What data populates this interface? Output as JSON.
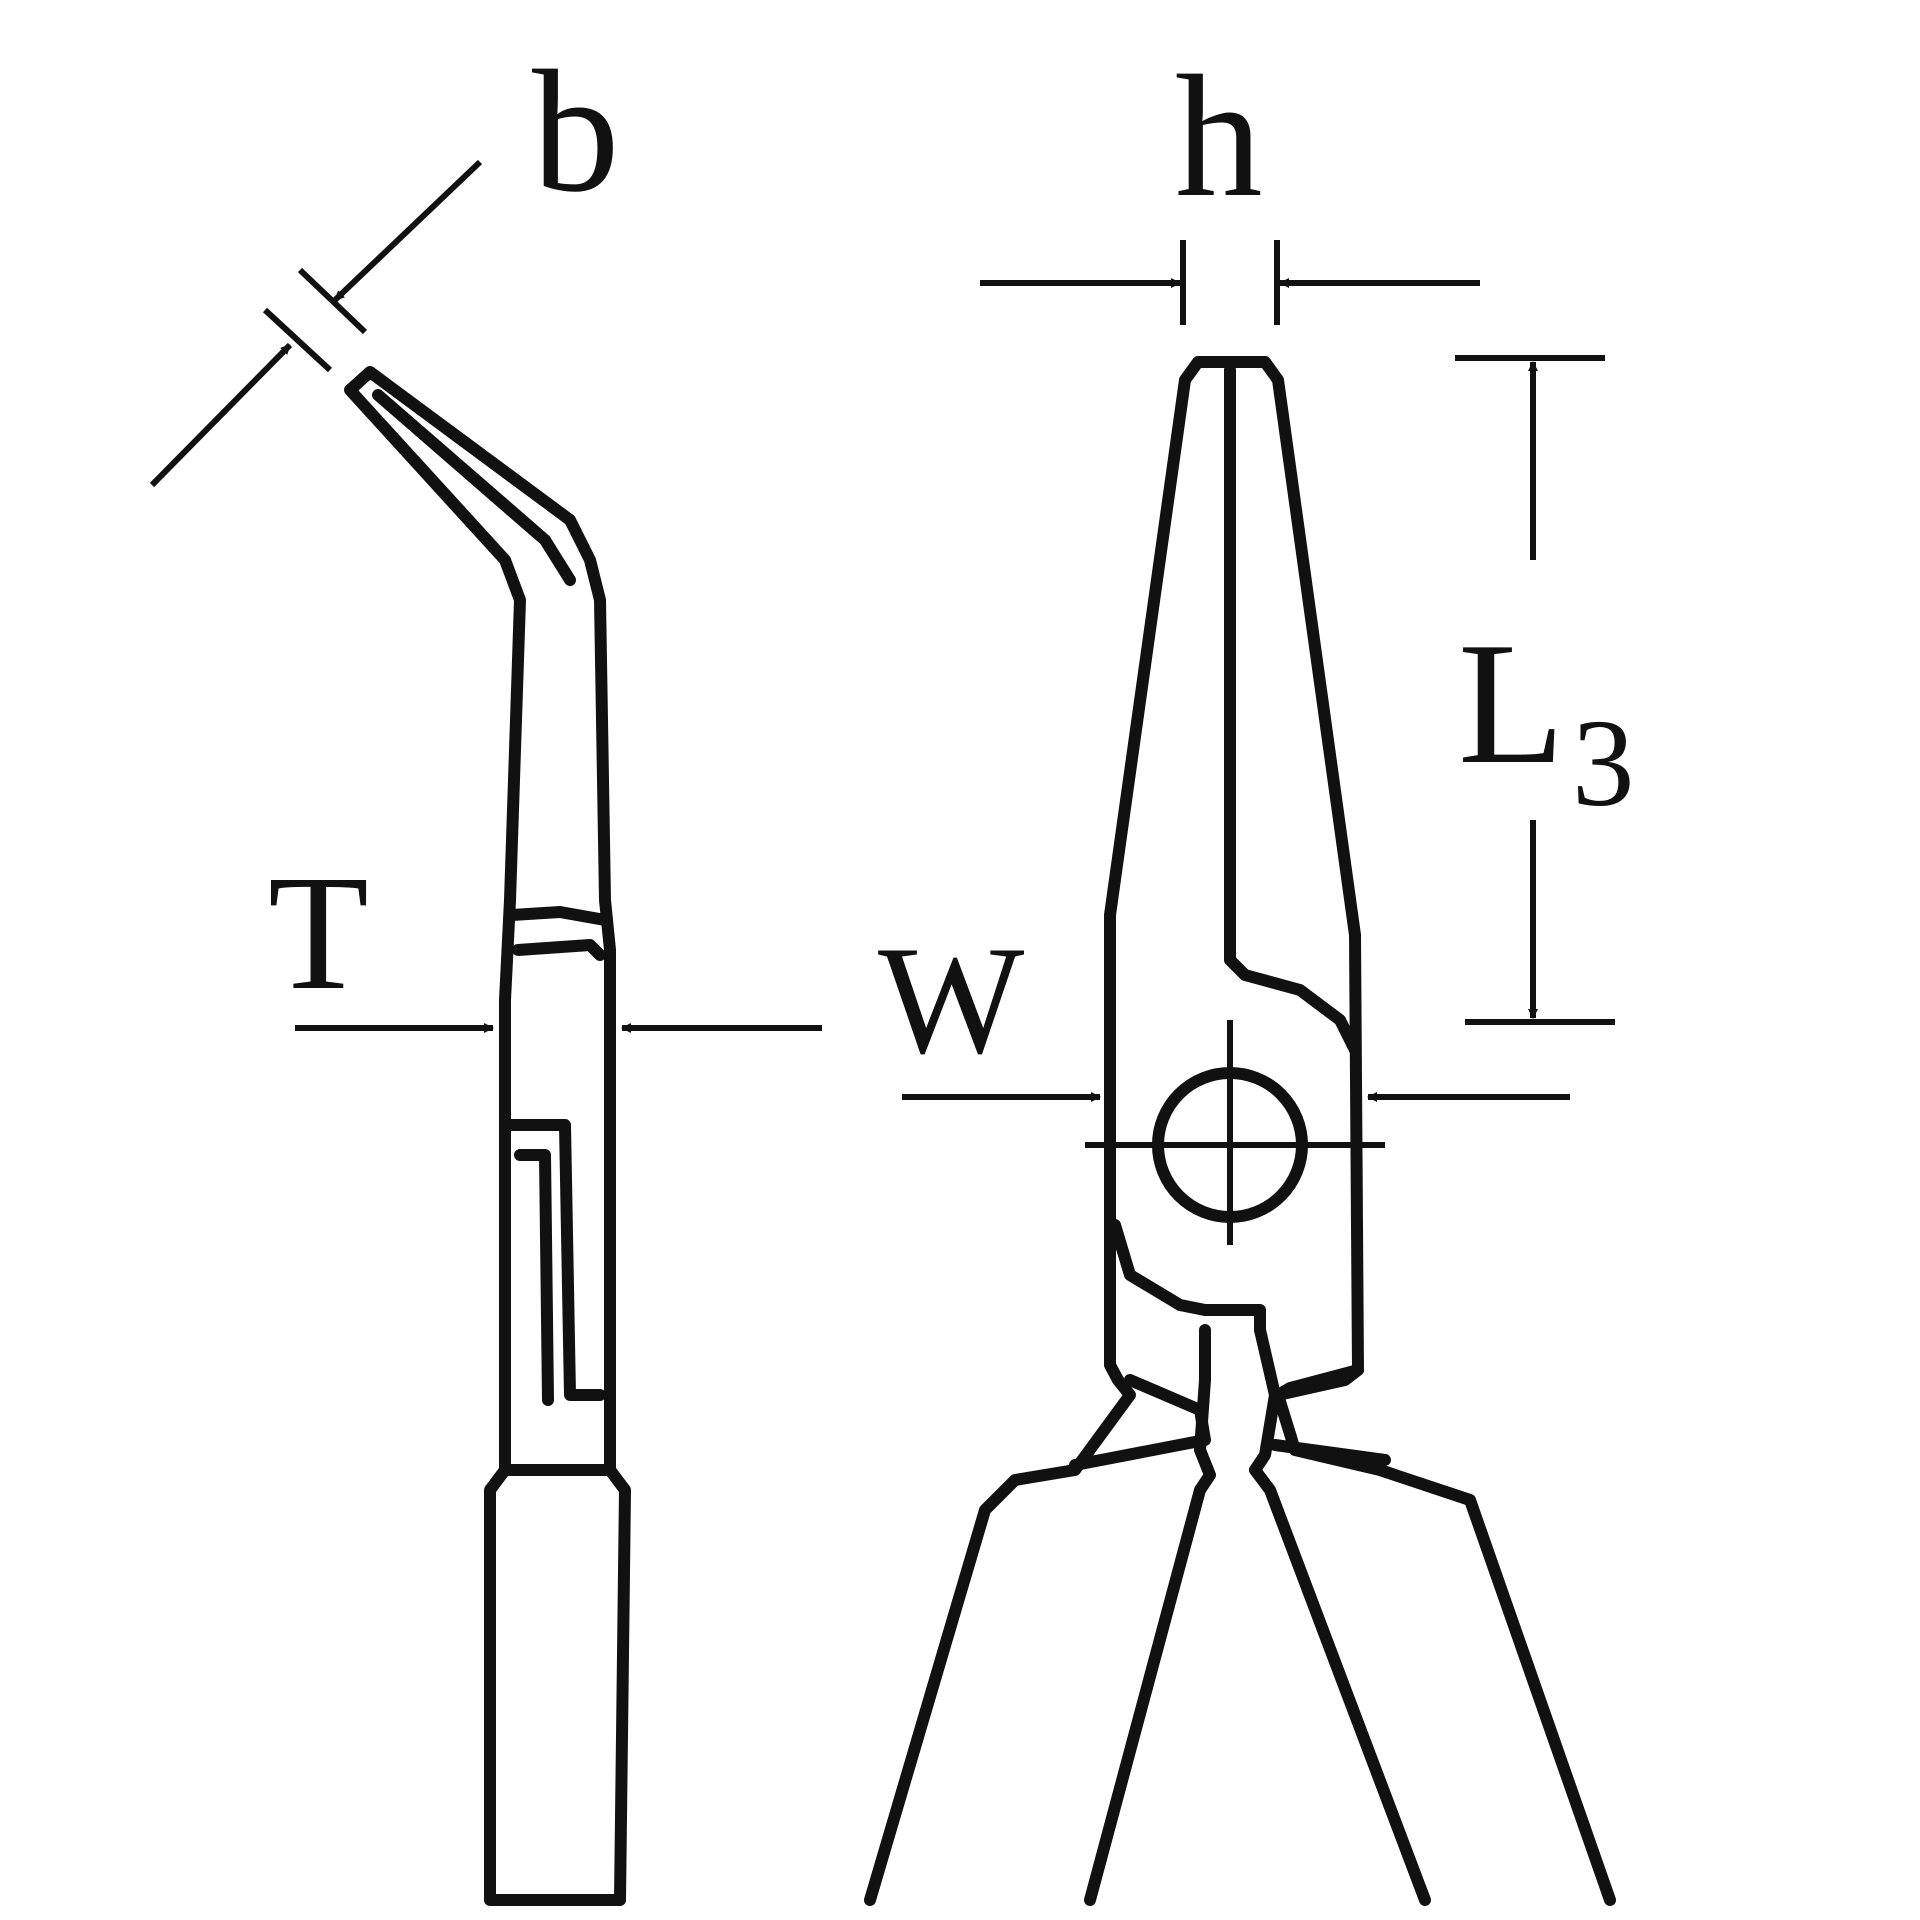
{
  "labels": {
    "b": "b",
    "h": "h",
    "T": "T",
    "W": "W",
    "L": "L",
    "L_subscript": "3"
  },
  "colors": {
    "ink": "#111111",
    "background": "#ffffff"
  }
}
